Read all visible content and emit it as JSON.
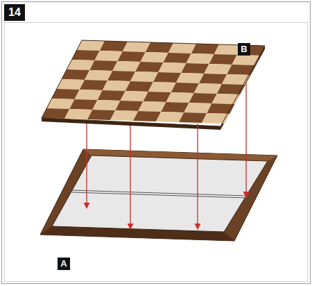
{
  "diagram": {
    "labels": [
      "14",
      "B",
      "A"
    ]
  }
}
